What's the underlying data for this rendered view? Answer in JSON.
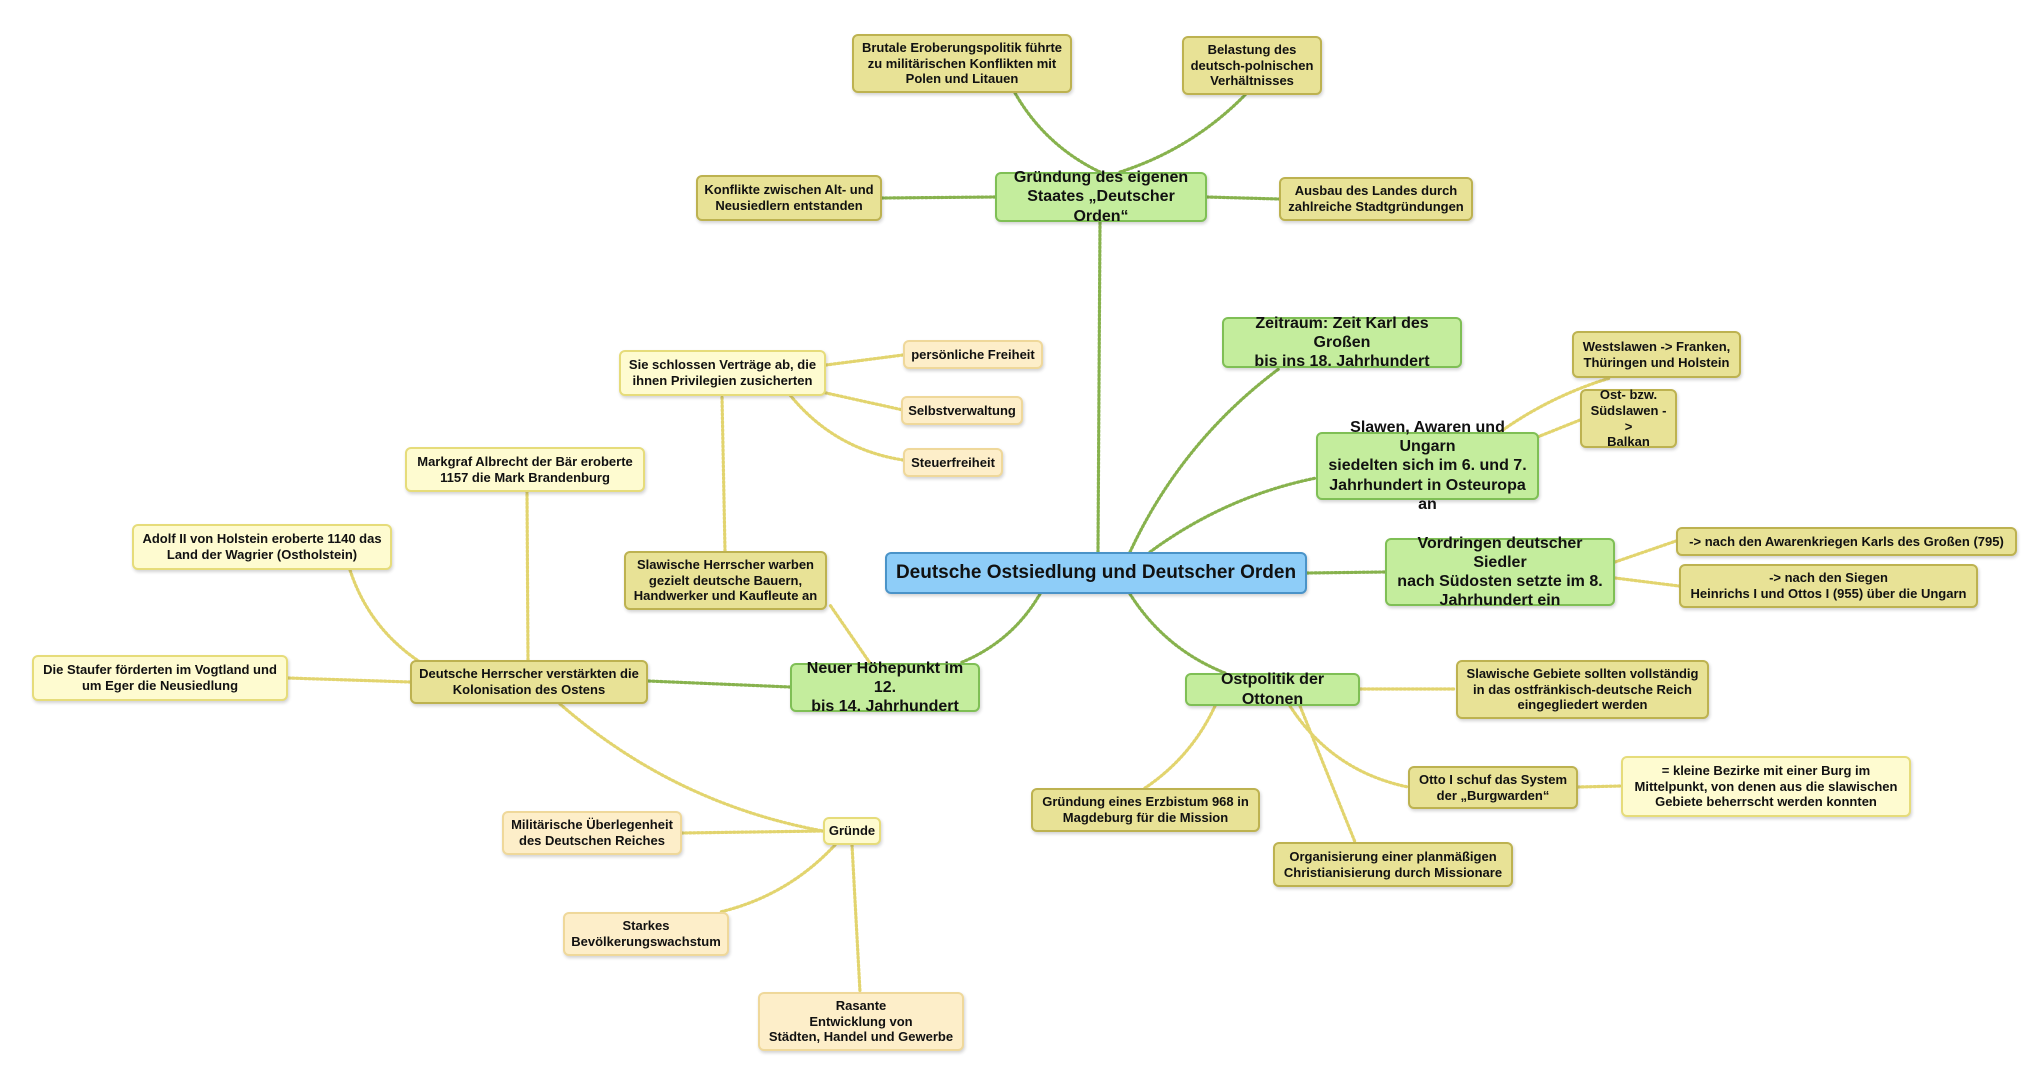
{
  "colors": {
    "root_fill": "#8ecdf8",
    "topic_fill": "#c4ed9d",
    "detail_fill": "#e8e296",
    "note_fill": "#fefbd0",
    "leaf_fill": "#fdeec9",
    "link_green": "#87b24d",
    "link_yellow": "#e2d46e"
  },
  "root": "Deutsche Ostsiedlung und Deutscher Orden",
  "staat": {
    "title": "Gründung des eigenen\nStaates „Deutscher Orden“",
    "eroberung": "Brutale Eroberungspolitik führte\nzu militärischen Konflikten mit\nPolen und Litauen",
    "belastung": "Belastung des\ndeutsch-polnischen\nVerhältnisses",
    "konflikte": "Konflikte zwischen Alt- und\nNeusiedlern entstanden",
    "ausbau": "Ausbau des Landes durch\nzahlreiche Stadtgründungen"
  },
  "zeitraum": "Zeitraum: Zeit Karl des Großen\nbis ins 18. Jahrhundert",
  "slawen": {
    "title": "Slawen, Awaren und Ungarn\nsiedelten sich im 6. und 7.\nJahrhundert in Osteuropa an",
    "west": "Westslawen -> Franken,\nThüringen und Holstein",
    "ost": "Ost- bzw.\nSüdslawen ->\nBalkan"
  },
  "vordringen": {
    "title": "Vordringen deutscher Siedler\nnach Südosten setzte im 8.\nJahrhundert ein",
    "awaren": "-> nach den Awarenkriegen Karls des Großen (795)",
    "siege": "-> nach den Siegen\nHeinrichs I und Ottos I (955) über die Ungarn"
  },
  "ottonen": {
    "title": "Ostpolitik der Ottonen",
    "gebiete": "Slawische Gebiete sollten vollständig\nin das ostfränkisch-deutsche Reich\neingegliedert werden",
    "burgwarden": "Otto I schuf das System\nder „Burgwarden“",
    "bezirke": "= kleine Bezirke mit einer Burg im\nMittelpunkt, von denen aus die slawischen\nGebiete beherrscht werden konnten",
    "erzbistum": "Gründung eines Erzbistum 968 in\nMagdeburg für die Mission",
    "christianisierung": "Organisierung einer planmäßigen\nChristianisierung durch Missionare"
  },
  "hoehepunkt": {
    "title": "Neuer Höhepunkt im 12.\nbis 14. Jahrhundert",
    "slawische_herrscher": "Slawische Herrscher warben\ngezielt deutsche Bauern,\nHandwerker und Kaufleute an",
    "vertraege": "Sie schlossen Verträge ab, die\nihnen Privilegien zusicherten",
    "freiheit": "persönliche Freiheit",
    "selbstverwaltung": "Selbstverwaltung",
    "steuerfreiheit": "Steuerfreiheit",
    "deutsche_herrscher": "Deutsche Herrscher verstärkten die\nKolonisation des Ostens",
    "albrecht": "Markgraf Albrecht der Bär eroberte\n1157 die Mark Brandenburg",
    "adolf": "Adolf II von Holstein eroberte 1140 das\nLand der Wagrier (Ostholstein)",
    "staufer": "Die Staufer förderten im Vogtland und\num Eger die Neusiedlung",
    "gruende": "Gründe",
    "militaerisch": "Militärische Überlegenheit\ndes Deutschen Reiches",
    "bevoelkerung": "Starkes\nBevölkerungswachstum",
    "entwicklung": "Rasante\nEntwicklung von\nStädten, Handel und Gewerbe"
  }
}
